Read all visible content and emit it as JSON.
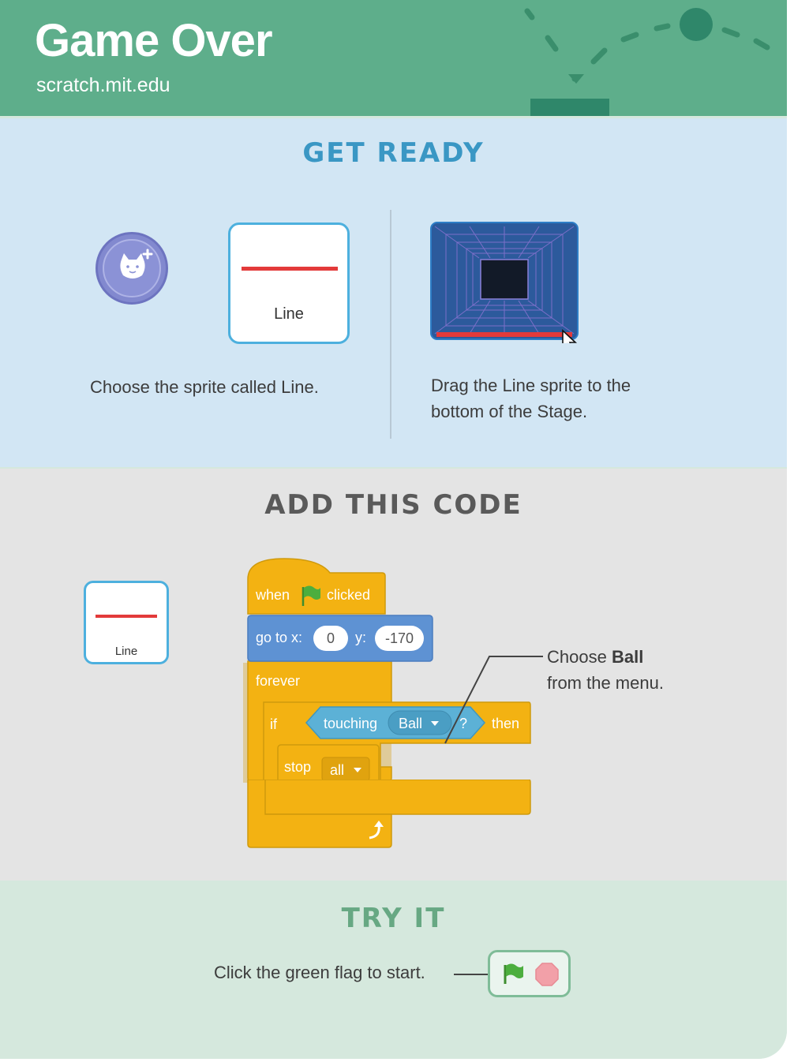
{
  "header": {
    "title": "Game Over",
    "url": "scratch.mit.edu"
  },
  "get_ready": {
    "title": "GET READY",
    "sprite_label": "Line",
    "step1_text": "Choose the sprite called Line.",
    "step2_line1": "Drag the Line sprite to the",
    "step2_line2": "bottom of the Stage."
  },
  "add_code": {
    "title": "ADD THIS CODE",
    "sprite_label": "Line",
    "blocks": {
      "when": "when",
      "clicked": "clicked",
      "goto": "go to x:",
      "x_value": "0",
      "y_label": "y:",
      "y_value": "-170",
      "forever": "forever",
      "if": "if",
      "touching": "touching",
      "touching_value": "Ball",
      "question": "?",
      "then": "then",
      "stop": "stop",
      "stop_value": "all"
    },
    "callout_prefix": "Choose ",
    "callout_bold": "Ball",
    "callout_line2": "from the menu."
  },
  "try_it": {
    "title": "TRY IT",
    "text": "Click the green flag to start."
  },
  "colors": {
    "header": "#5eae8b",
    "ready_bg": "#d2e6f4",
    "code_bg": "#e4e4e4",
    "try_bg": "#d5e8dd",
    "events_block": "#f3b212",
    "motion_block": "#5e92d3",
    "sensing_block": "#5cb1d6",
    "sprite_border": "#4db0de"
  }
}
